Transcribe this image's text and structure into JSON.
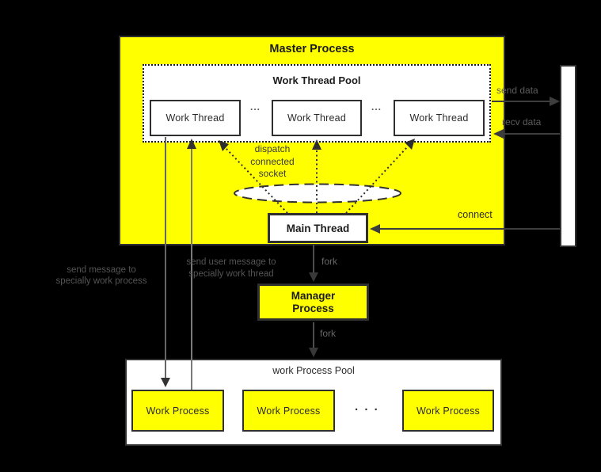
{
  "master": {
    "title": "Master Process",
    "thread_pool": {
      "title": "Work Thread Pool",
      "threads": [
        "Work Thread",
        "Work Thread",
        "Work Thread"
      ],
      "ellipsis": "..."
    },
    "main_thread_label": "Main Thread"
  },
  "manager": {
    "title_lines": [
      "Manager",
      "Process"
    ]
  },
  "process_pool": {
    "title": "work Process Pool",
    "processes": [
      "Work Process",
      "Work Process",
      "Work Process"
    ],
    "ellipsis": ". . ."
  },
  "arrow_labels": {
    "send_data": "send data",
    "recv_data": "recv data",
    "connect": "connect",
    "fork_top": "fork",
    "fork_bottom": "fork",
    "dispatch_lines": [
      "dispatch",
      "connected",
      "socket"
    ],
    "send_message_lines": [
      "send message to",
      "specially work process"
    ],
    "send_user_message_lines": [
      "send user message to",
      "specially work thread"
    ]
  },
  "colors": {
    "background": "#000000",
    "process_yellow": "#ffff00",
    "box_white": "#ffffff",
    "border_dark": "#2f2f2f",
    "gray_text": "#5c5c5c",
    "arrow_dark": "#3d3d3d"
  }
}
